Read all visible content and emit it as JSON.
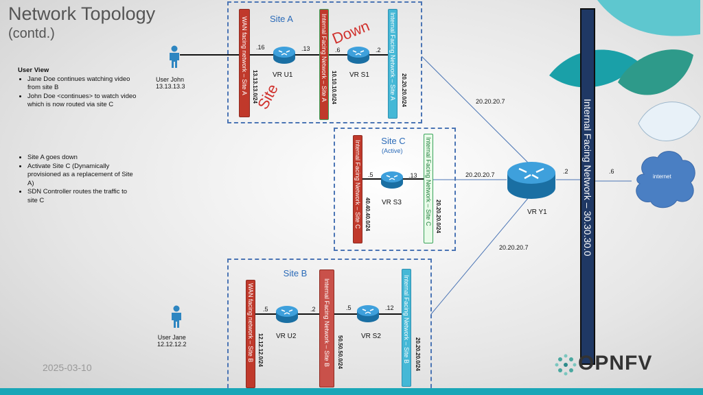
{
  "title": "Network Topology",
  "subtitle": "(contd.)",
  "user_view": {
    "heading": "User View",
    "bullets": [
      "Jane Doe continues watching video from site B",
      "John Doe <continues> to watch video which is now routed via site C"
    ]
  },
  "notes": [
    "Site A goes down",
    "Activate Site C (Dynamically provisioned as a replacement of Site A)",
    "SDN Controller routes the traffic to site C"
  ],
  "user_john": {
    "name": "User John",
    "ip": "13.13.13.3"
  },
  "user_jane": {
    "name": "User Jane",
    "ip": "12.12.12.2"
  },
  "site_a": {
    "title": "Site A",
    "wan_label": "WAN facing network – Site A",
    "wan_subnet": "13.13.13.0/24",
    "int_label": "Internal Facing Network – Site A",
    "int_subnet": "10.10.10.0/24",
    "int2_label": "Internal Facing Network – Site A",
    "int2_subnet": "20.20.20.0/24",
    "router1": "VR U1",
    "router2": "VR S1",
    "ip_16": ".16",
    "ip_13": ".13",
    "ip_6": ".6",
    "ip_2": ".2",
    "annot_down": "Down",
    "annot_site": "Site"
  },
  "site_c": {
    "title": "Site C",
    "status": "(Active)",
    "int_label": "Internal Facing Network – Site C",
    "int_subnet": "40.40.40.0/24",
    "int2_label": "Internal Facing Network – Site C",
    "int2_subnet": "20.20.20.0/24",
    "router": "VR S3",
    "ip_5": ".5",
    "ip_13": ".13"
  },
  "site_b": {
    "title": "Site B",
    "wan_label": "WAN facing network – Site B",
    "wan_subnet": "12.12.12.0/24",
    "int_label": "Internal Facing Network – Site B",
    "int_subnet": "50.50.50.0/24",
    "int2_label": "Internal Facing Network – Site B",
    "int2_subnet": "20.20.20.0/24",
    "router1": "VR U2",
    "router2": "VR S2",
    "ip_5a": ".5",
    "ip_2": ".2",
    "ip_5b": ".5",
    "ip_12": ".12"
  },
  "core": {
    "router": "VR Y1",
    "ip_a": "20.20.20.7",
    "ip_c": "20.20.20.7",
    "ip_b": "20.20.20.7",
    "ip_2": ".2",
    "ip_6": ".6",
    "network_label": "Internal Facing Network – 30.30.30.0",
    "internet": "internet"
  },
  "date": "2025-03-10",
  "logo": "OPNFV",
  "colors": {
    "site_border": "#4a74b4",
    "wan_bar": "#c0392b",
    "internal_bar_red": "#c0392b",
    "internal_bar_cyan": "#45b8d6",
    "core_bar": "#1f3864",
    "annotation": "#d0312d",
    "router": "#2e86c1",
    "bottom_bar": "#1aa6b7"
  }
}
